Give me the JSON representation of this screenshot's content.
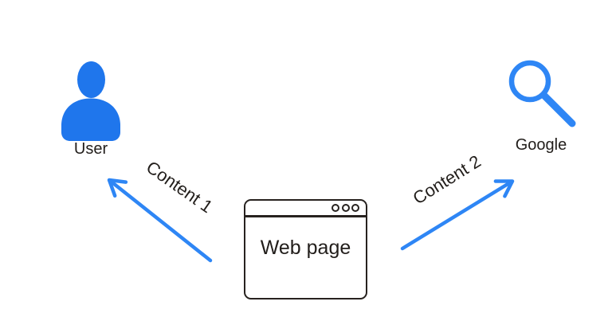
{
  "colors": {
    "background": "#FFFFFF",
    "user_icon_blue": "#1F76EC",
    "accent_blue": "#2E86F5",
    "outline_dark": "#27221F",
    "text_dark": "#221E1B"
  },
  "nodes": {
    "user": {
      "label": "User",
      "icon": "user-icon"
    },
    "webpage": {
      "label": "Web page",
      "icon": "browser-window-icon"
    },
    "google": {
      "label": "Google",
      "icon": "magnifying-glass-icon"
    }
  },
  "edges": [
    {
      "id": "content1",
      "label": "Content 1",
      "from": "webpage",
      "to": "user"
    },
    {
      "id": "content2",
      "label": "Content 2",
      "from": "webpage",
      "to": "google"
    }
  ]
}
